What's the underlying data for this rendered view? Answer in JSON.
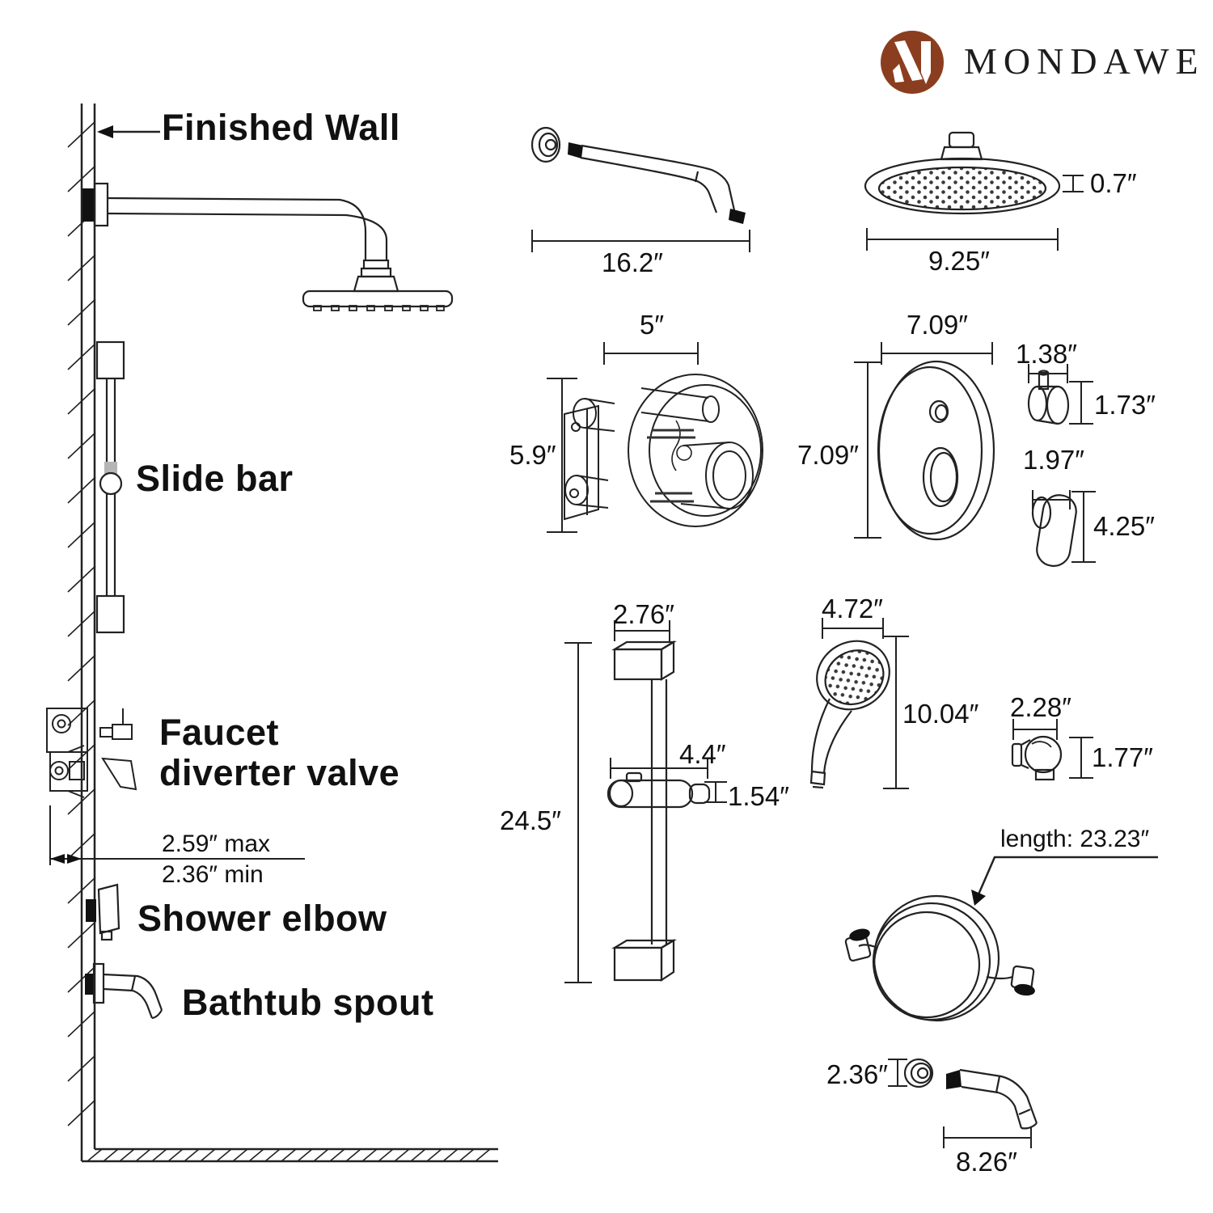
{
  "brand": {
    "name": "MONDAWE",
    "logo_color": "#8B3E1F"
  },
  "diagram_labels": {
    "finished_wall": "Finished Wall",
    "slide_bar": "Slide bar",
    "faucet_line1": "Faucet",
    "faucet_line2": "diverter valve",
    "valve_depth_max": "2.59″ max",
    "valve_depth_min": "2.36″ min",
    "shower_elbow": "Shower elbow",
    "bathtub_spout": "Bathtub spout"
  },
  "dimensions": {
    "shower_arm_length": "16.2″",
    "shower_head_diameter": "9.25″",
    "shower_head_thickness": "0.7″",
    "valve_width": "5″",
    "valve_height": "5.9″",
    "trim_plate_width": "7.09″",
    "trim_plate_height": "7.09″",
    "knob_width": "1.38″",
    "knob_height": "1.73″",
    "lever_width": "1.97″",
    "lever_height": "4.25″",
    "slide_bar_bracket_width": "2.76″",
    "slide_bar_height": "24.5″",
    "holder_width": "4.4″",
    "holder_height": "1.54″",
    "hand_shower_width": "4.72″",
    "hand_shower_height": "10.04″",
    "supply_elbow_width": "2.28″",
    "supply_elbow_height": "1.77″",
    "hose_length": "length: 23.23″",
    "spout_flange": "2.36″",
    "spout_length": "8.26″"
  }
}
